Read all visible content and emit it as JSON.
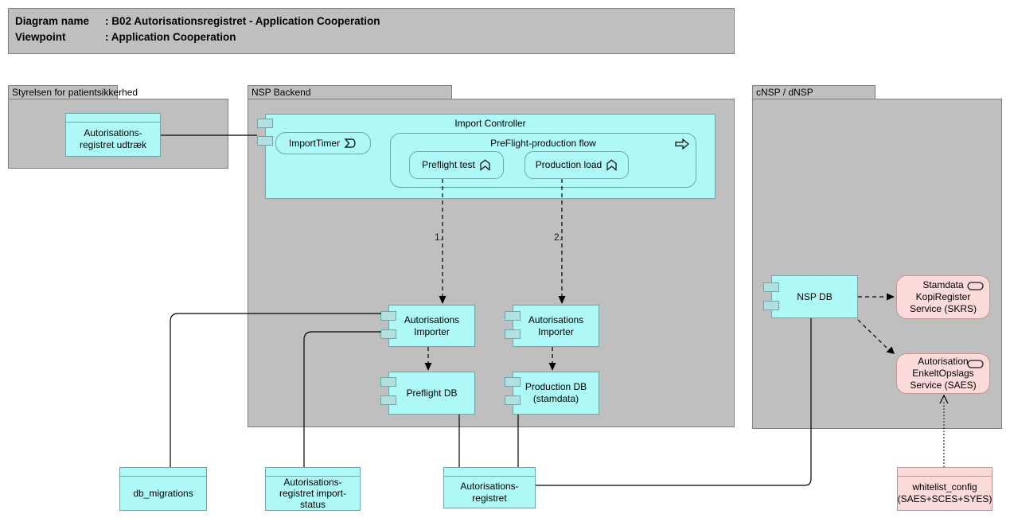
{
  "title": {
    "row1_label": "Diagram name",
    "row1_value": ": B02 Autorisationsregistret - Application Cooperation",
    "row2_label": "Viewpoint",
    "row2_value": ": Application Cooperation"
  },
  "groups": {
    "styrelsen": {
      "label": "Styrelsen for patientsikkerhed"
    },
    "nsp_backend": {
      "label": "NSP Backend"
    },
    "cnsp": {
      "label": "cNSP / dNSP"
    }
  },
  "nodes": {
    "udtraek": {
      "label": "Autorisations-\nregistret udtræk"
    },
    "import_controller": {
      "label": "Import Controller"
    },
    "import_timer": {
      "label": "ImportTimer",
      "icon": "event-icon"
    },
    "preflight_flow": {
      "label": "PreFlight-production flow",
      "icon": "process-arrow-icon"
    },
    "preflight_test": {
      "label": "Preflight test",
      "icon": "function-icon"
    },
    "production_load": {
      "label": "Production load",
      "icon": "function-icon"
    },
    "importer_preflight": {
      "label": "Autorisations\nImporter"
    },
    "importer_production": {
      "label": "Autorisations\nImporter"
    },
    "preflight_db": {
      "label": "Preflight DB"
    },
    "production_db": {
      "label": "Production DB\n(stamdata)"
    },
    "nsp_db": {
      "label": "NSP DB"
    },
    "skrs": {
      "label": "Stamdata\nKopiRegister\nService (SKRS)",
      "icon": "service-icon"
    },
    "saes": {
      "label": "Autorisation\nEnkeltOpslags\nService (SAES)",
      "icon": "service-icon"
    },
    "db_migrations": {
      "label": "db_migrations"
    },
    "import_status": {
      "label": "Autorisations-\nregistret import-\nstatus"
    },
    "autorisationsregistret": {
      "label": "Autorisations-\nregistret"
    },
    "whitelist_config": {
      "label": "whitelist_config\n(SAES+SCES+SYES)"
    }
  },
  "edge_labels": {
    "step1": "1.",
    "step2": "2."
  },
  "colors": {
    "group_fill": "#BFBFBF",
    "group_border": "#7F7F7F",
    "app_fill": "#AEF8F8",
    "app_border": "#6FA6A6",
    "port_fill": "#B2E0E0",
    "service_fill": "#FBDADA",
    "service_border": "#C79494",
    "line": "#000000"
  }
}
